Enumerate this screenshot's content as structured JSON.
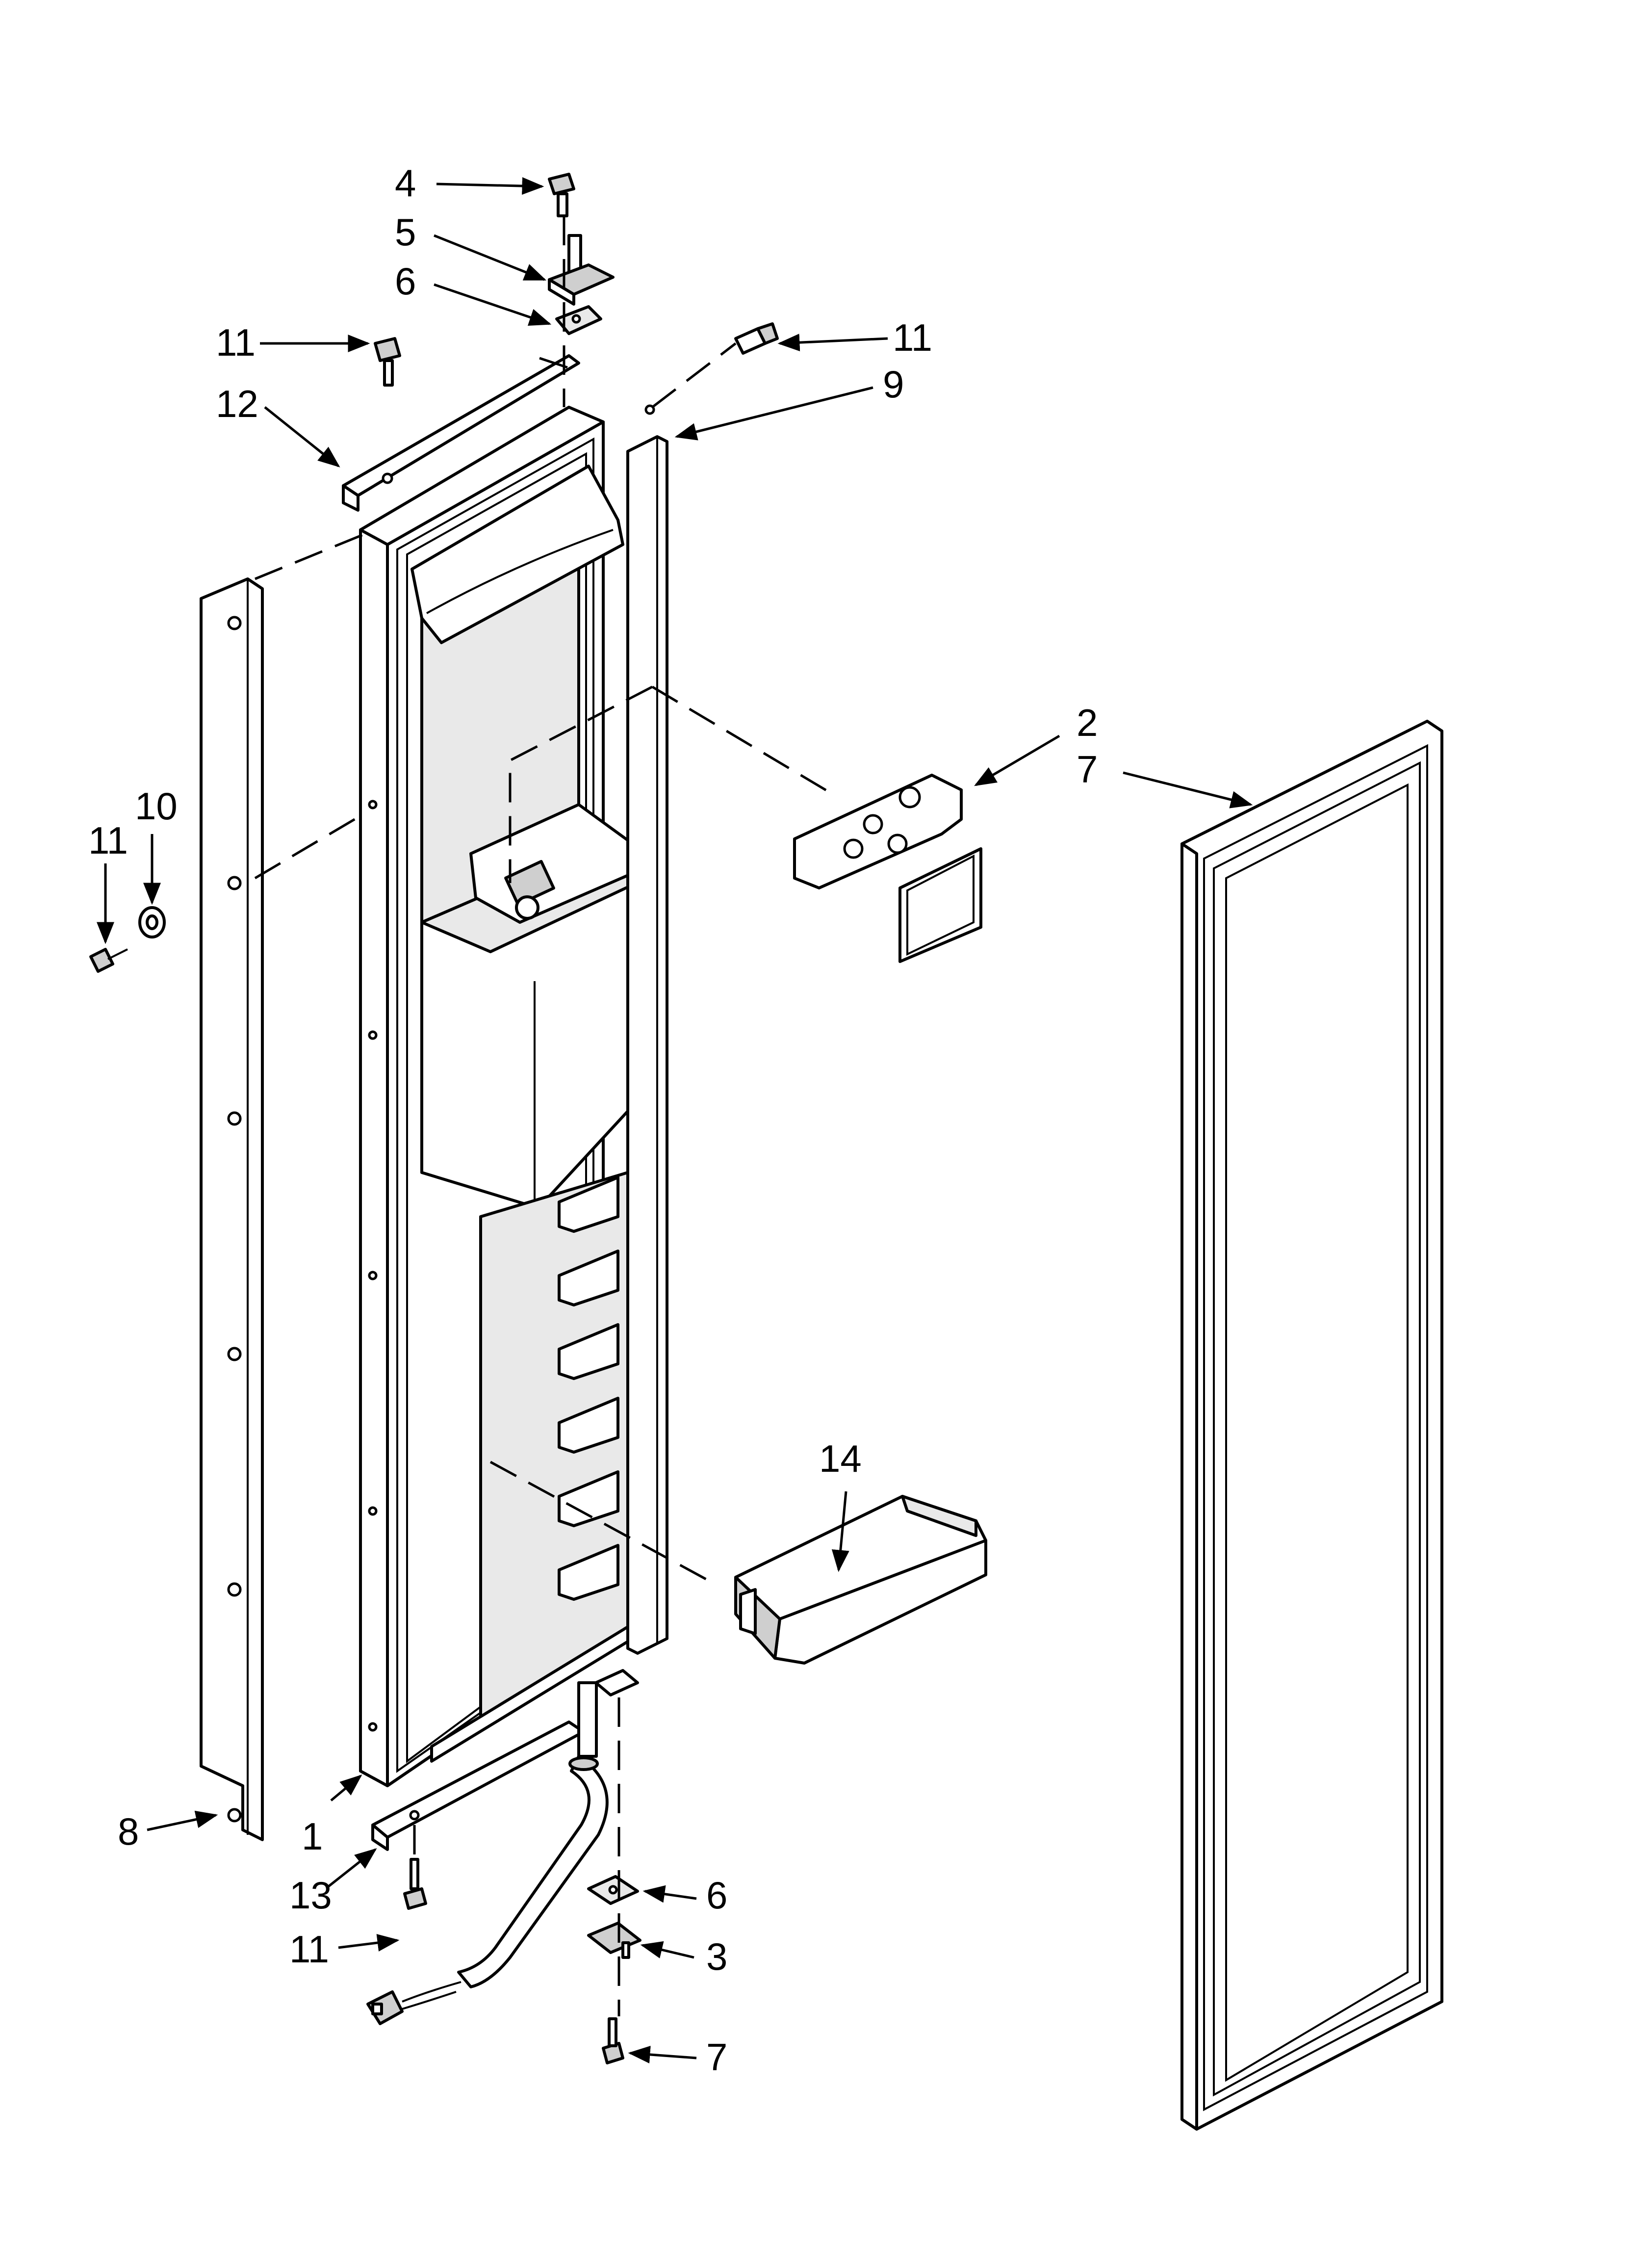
{
  "callouts": [
    {
      "id": "c1",
      "text": "1"
    },
    {
      "id": "c2",
      "text": "2"
    },
    {
      "id": "c3",
      "text": "3"
    },
    {
      "id": "c4",
      "text": "4"
    },
    {
      "id": "c5",
      "text": "5"
    },
    {
      "id": "c6a",
      "text": "6"
    },
    {
      "id": "c6b",
      "text": "6"
    },
    {
      "id": "c7a",
      "text": "7"
    },
    {
      "id": "c7b",
      "text": "7"
    },
    {
      "id": "c8",
      "text": "8"
    },
    {
      "id": "c9",
      "text": "9"
    },
    {
      "id": "c10",
      "text": "10"
    },
    {
      "id": "c11a",
      "text": "11"
    },
    {
      "id": "c11b",
      "text": "11"
    },
    {
      "id": "c11c",
      "text": "11"
    },
    {
      "id": "c11d",
      "text": "11"
    },
    {
      "id": "c12",
      "text": "12"
    },
    {
      "id": "c13",
      "text": "13"
    },
    {
      "id": "c14",
      "text": "14"
    }
  ]
}
